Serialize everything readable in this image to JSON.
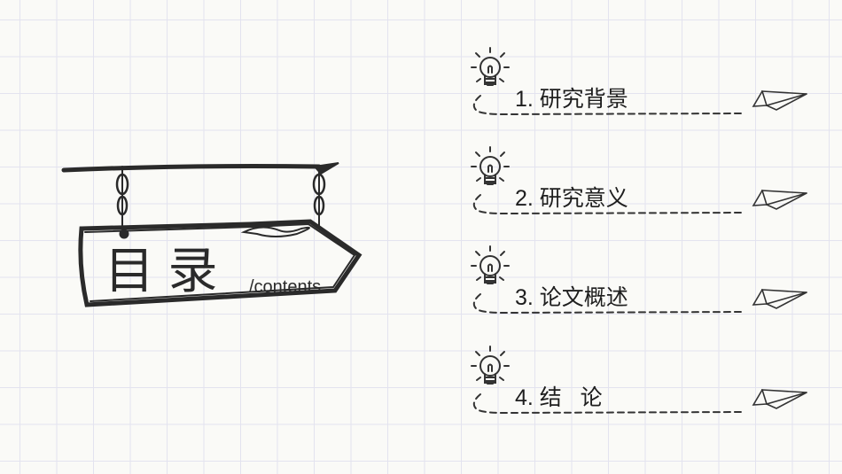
{
  "title": {
    "main": "目 录",
    "sub": "/contents"
  },
  "items": [
    {
      "label": "1. 研究背景"
    },
    {
      "label": "2. 研究意义"
    },
    {
      "label": "3. 论文概述"
    },
    {
      "label": "4. 结   论"
    }
  ],
  "colors": {
    "ink": "#2a2a2a",
    "grid": "#e3e3ef",
    "background": "#fafaf7"
  }
}
